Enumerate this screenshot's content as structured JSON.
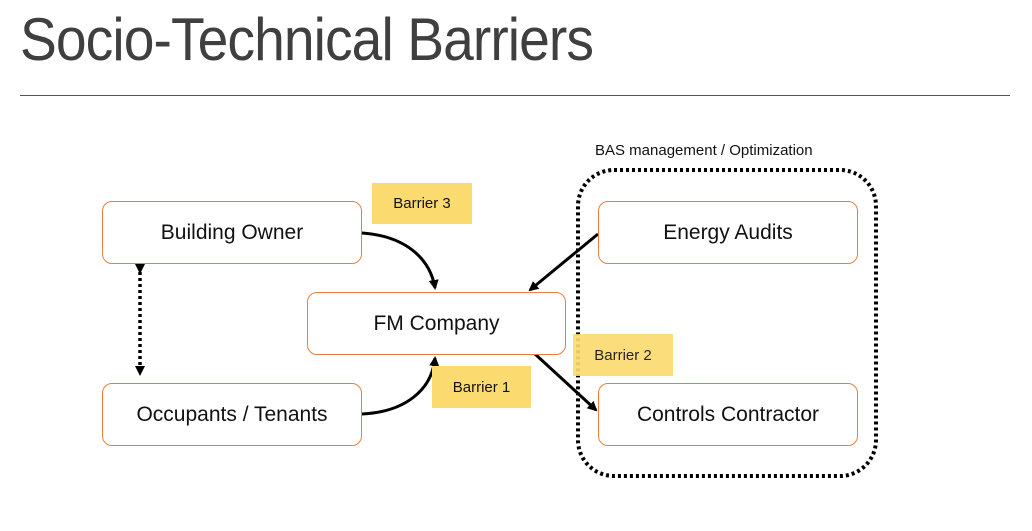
{
  "slide": {
    "title": "Socio-Technical Barriers"
  },
  "diagram": {
    "group": {
      "label": "BAS management / Optimization"
    },
    "nodes": {
      "building_owner": "Building Owner",
      "occupants": "Occupants / Tenants",
      "fm_company": "FM Company",
      "energy_audits": "Energy Audits",
      "controls_contractor": "Controls Contractor"
    },
    "barriers": {
      "b1": "Barrier 1",
      "b2": "Barrier 2",
      "b3": "Barrier 3"
    },
    "edges": [
      {
        "from": "Building Owner",
        "to": "FM Company",
        "style": "solid-curved",
        "barrier": "Barrier 3"
      },
      {
        "from": "Occupants / Tenants",
        "to": "FM Company",
        "style": "solid-curved",
        "barrier": "Barrier 1"
      },
      {
        "from": "Energy Audits",
        "to": "FM Company",
        "style": "solid"
      },
      {
        "from": "FM Company",
        "to": "Controls Contractor",
        "style": "solid",
        "barrier": "Barrier 2"
      },
      {
        "from": "Building Owner",
        "to": "Occupants / Tenants",
        "style": "dotted-bidirectional"
      }
    ],
    "colors": {
      "node_border": "#e8803c",
      "barrier_fill": "#fbdb70",
      "title": "#3f3f3f"
    }
  }
}
